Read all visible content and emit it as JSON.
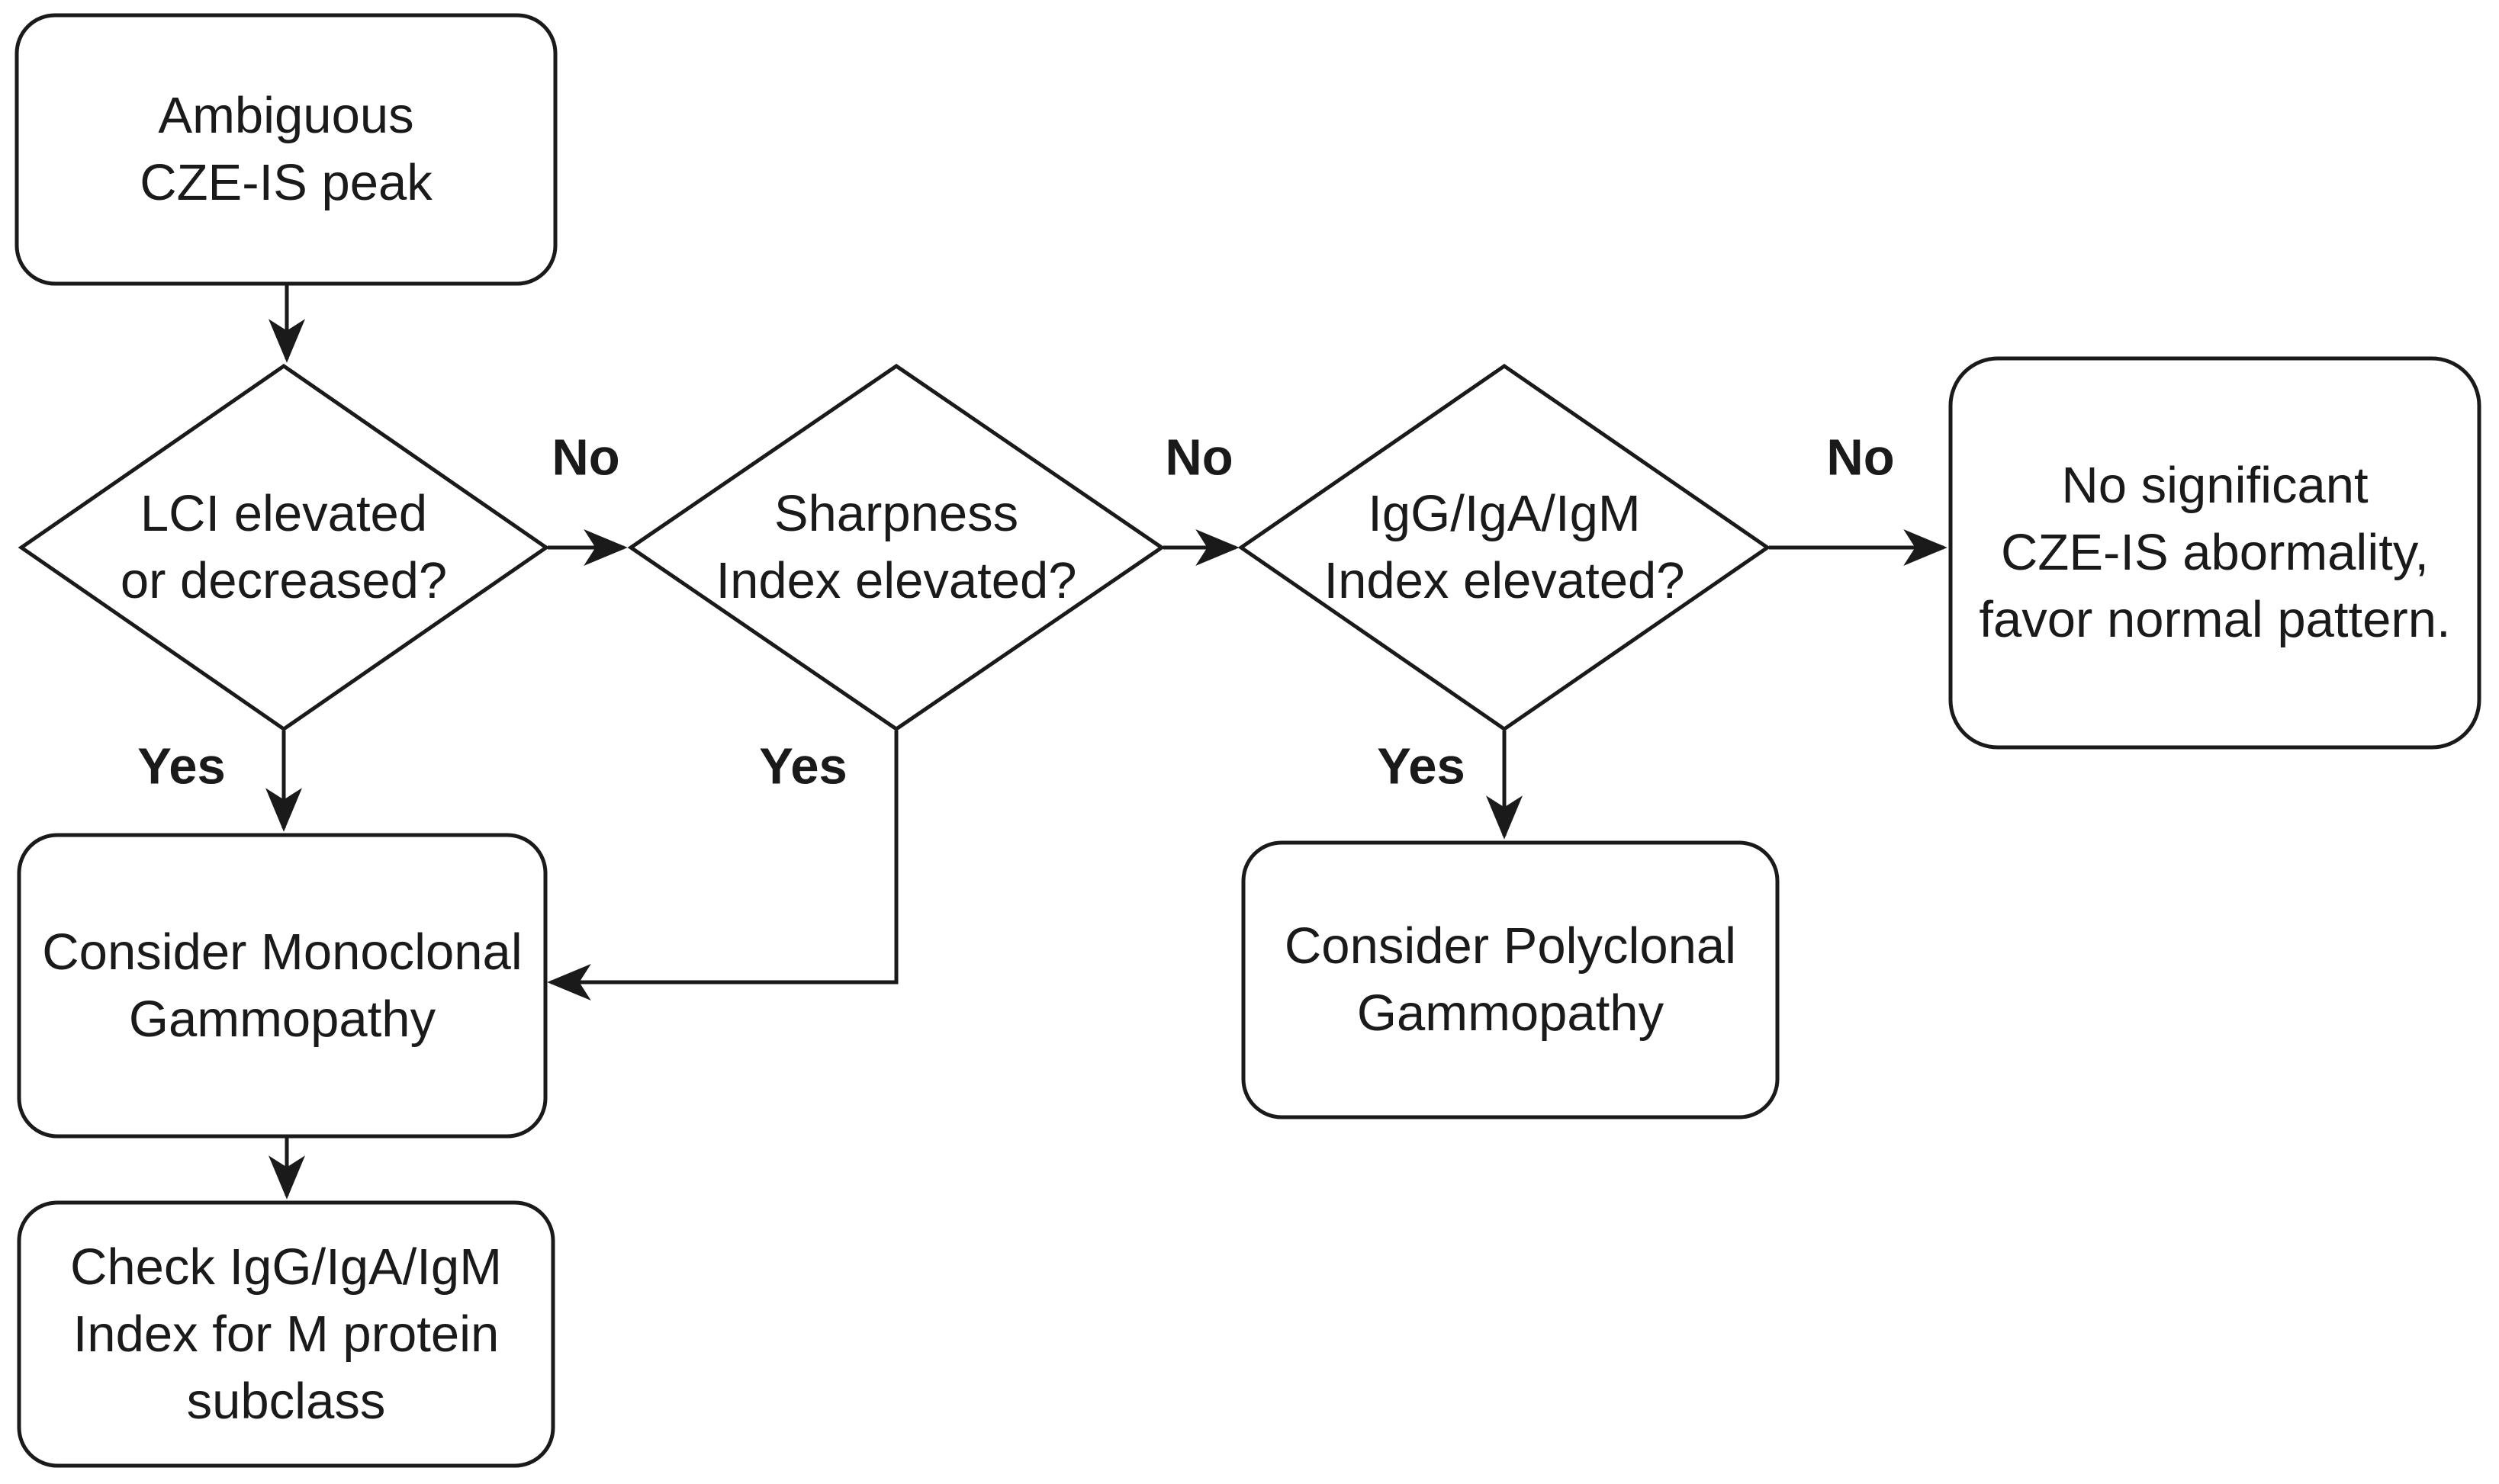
{
  "diagram": {
    "type": "flowchart",
    "background_color": "#ffffff",
    "line_color": "#1a1a1a",
    "text_color": "#1a1a1a",
    "nodes": {
      "start": {
        "label": "Ambiguous\nCZE-IS peak",
        "shape": "rounded-rectangle"
      },
      "decision_lci": {
        "label": "LCI elevated\nor decreased?",
        "shape": "diamond"
      },
      "decision_sharpness": {
        "label": "Sharpness\nIndex elevated?",
        "shape": "diamond"
      },
      "decision_igg_index": {
        "label": "IgG/IgA/IgM\nIndex elevated?",
        "shape": "diamond"
      },
      "no_abnormality": {
        "label": "No significant\nCZE-IS abormality,\nfavor normal pattern.",
        "shape": "rounded-rectangle"
      },
      "monoclonal": {
        "label": "Consider Monoclonal\nGammopathy",
        "shape": "rounded-rectangle"
      },
      "polyclonal": {
        "label": "Consider Polyclonal\nGammopathy",
        "shape": "rounded-rectangle"
      },
      "check_subclass": {
        "label": "Check IgG/IgA/IgM\nIndex for M protein\nsubclass",
        "shape": "rounded-rectangle"
      }
    },
    "edges": {
      "start_to_lci": {
        "label": "",
        "from": "start",
        "to": "decision_lci"
      },
      "lci_no": {
        "label": "No",
        "from": "decision_lci",
        "to": "decision_sharpness"
      },
      "sharpness_no": {
        "label": "No",
        "from": "decision_sharpness",
        "to": "decision_igg_index"
      },
      "igg_no": {
        "label": "No",
        "from": "decision_igg_index",
        "to": "no_abnormality"
      },
      "lci_yes": {
        "label": "Yes",
        "from": "decision_lci",
        "to": "monoclonal"
      },
      "sharpness_yes": {
        "label": "Yes",
        "from": "decision_sharpness",
        "to": "monoclonal"
      },
      "igg_yes": {
        "label": "Yes",
        "from": "decision_igg_index",
        "to": "polyclonal"
      },
      "monoclonal_to_check": {
        "label": "",
        "from": "monoclonal",
        "to": "check_subclass"
      }
    }
  }
}
